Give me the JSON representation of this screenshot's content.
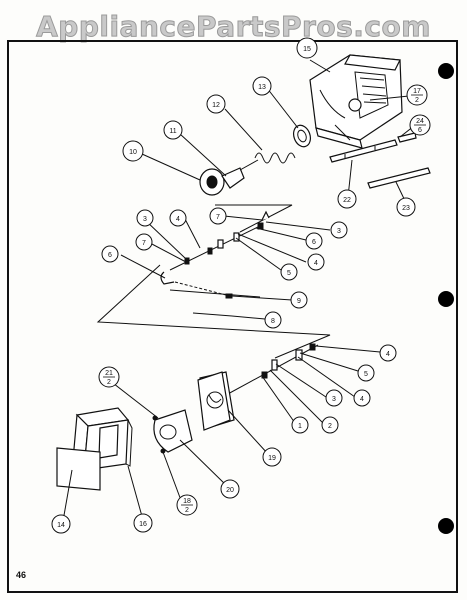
{
  "watermark": "AppliancePartsPros.com",
  "page_number": "46",
  "callouts": [
    {
      "id": "c15",
      "label": "15"
    },
    {
      "id": "c13",
      "label": "13"
    },
    {
      "id": "c12",
      "label": "12"
    },
    {
      "id": "c11",
      "label": "11"
    },
    {
      "id": "c10",
      "label": "10"
    },
    {
      "id": "c17",
      "num": "17",
      "den": "2"
    },
    {
      "id": "c24",
      "num": "24",
      "den": "6"
    },
    {
      "id": "c22",
      "label": "22"
    },
    {
      "id": "c23",
      "label": "23"
    },
    {
      "id": "c7a",
      "label": "7"
    },
    {
      "id": "c3a",
      "label": "3"
    },
    {
      "id": "c6a",
      "label": "6"
    },
    {
      "id": "c4a",
      "label": "4"
    },
    {
      "id": "c3b",
      "label": "3"
    },
    {
      "id": "c4b",
      "label": "4"
    },
    {
      "id": "c7b",
      "label": "7"
    },
    {
      "id": "c5a",
      "label": "5"
    },
    {
      "id": "c4c",
      "label": "4"
    },
    {
      "id": "c6b",
      "label": "6"
    },
    {
      "id": "c9",
      "label": "9"
    },
    {
      "id": "c8",
      "label": "8"
    },
    {
      "id": "c4d",
      "label": "4"
    },
    {
      "id": "c5b",
      "label": "5"
    },
    {
      "id": "c4e",
      "label": "4"
    },
    {
      "id": "c3c",
      "label": "3"
    },
    {
      "id": "c2",
      "label": "2"
    },
    {
      "id": "c1",
      "label": "1"
    },
    {
      "id": "c21",
      "num": "21",
      "den": "2"
    },
    {
      "id": "c19",
      "label": "19"
    },
    {
      "id": "c20",
      "label": "20"
    },
    {
      "id": "c18",
      "num": "18",
      "den": "2"
    },
    {
      "id": "c14",
      "label": "14"
    },
    {
      "id": "c16",
      "label": "16"
    }
  ]
}
